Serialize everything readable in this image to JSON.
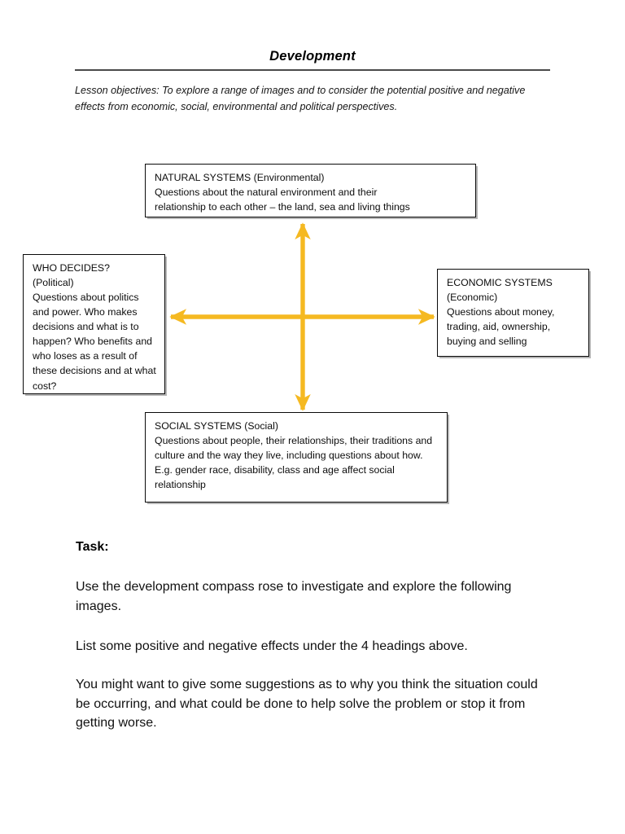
{
  "document": {
    "title": "Development",
    "objectives": "Lesson objectives: To explore a range of images and to consider the potential positive and negative effects from economic, social, environmental and political perspectives."
  },
  "compass_rose": {
    "accent_color": "#F5B921",
    "border_color": "#0A0A0A",
    "boxes": {
      "natural": {
        "heading": "NATURAL SYSTEMS (Environmental)",
        "body": "Questions about the natural environment and their\nrelationship to each other – the land, sea and living things"
      },
      "political": {
        "heading": "WHO DECIDES?\n(Political)",
        "body": "Questions about politics and power. Who makes decisions and what is to happen? Who benefits and who loses as a result of these decisions and at what cost?"
      },
      "economic": {
        "heading": "ECONOMIC SYSTEMS\n(Economic)",
        "body": "Questions about money, trading, aid, ownership, buying and selling"
      },
      "social": {
        "heading": "SOCIAL SYSTEMS (Social)",
        "body": "Questions about people, their relationships, their traditions and culture and the way they live, including questions about how. E.g. gender race, disability, class and age affect social relationship"
      }
    },
    "arrows": {
      "up_label": "arrow-up",
      "down_label": "arrow-down",
      "left_label": "arrow-left",
      "right_label": "arrow-right"
    }
  },
  "task": {
    "heading": "Task:",
    "paragraph_1": "Use the development compass rose to investigate and explore the following images.",
    "paragraph_2": "List some positive and negative effects under the 4 headings above.",
    "paragraph_3": "You might want to give some suggestions as to why you think the situation could be occurring, and what could be done to help solve the problem or stop it from getting worse."
  }
}
